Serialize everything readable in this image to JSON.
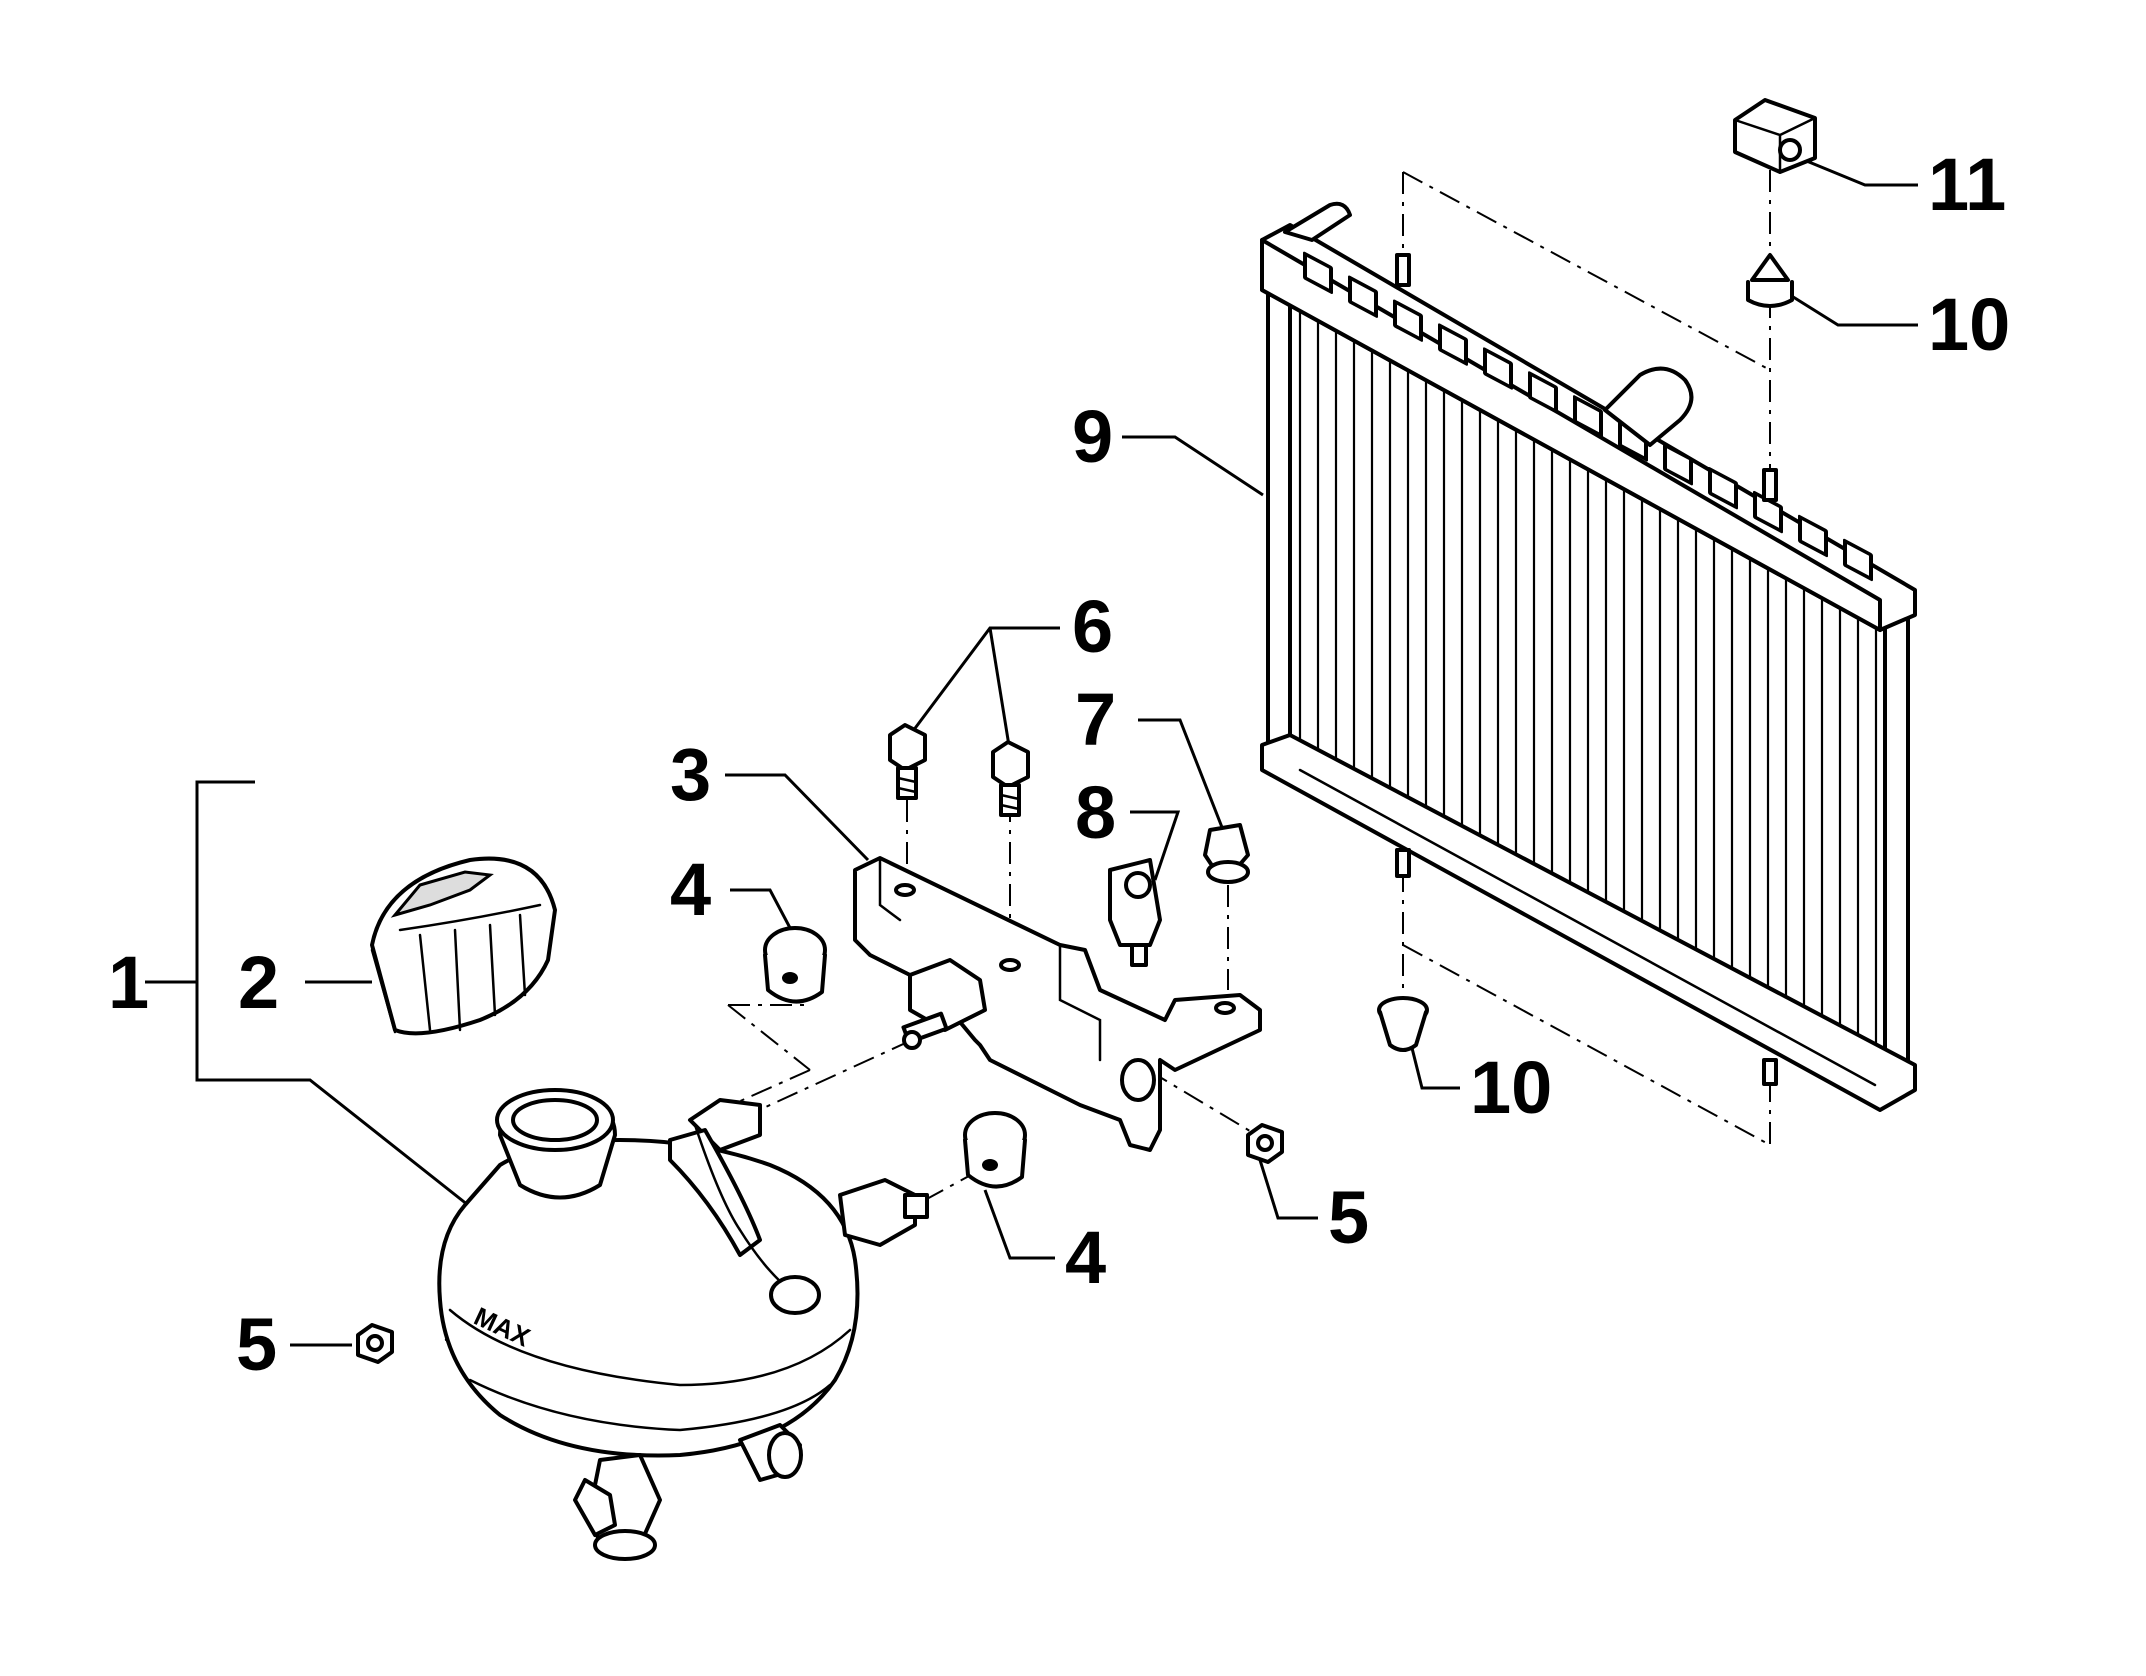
{
  "callouts": {
    "c1": "1",
    "c2": "2",
    "c3": "3",
    "c4a": "4",
    "c4b": "4",
    "c5a": "5",
    "c5b": "5",
    "c6": "6",
    "c7": "7",
    "c8": "8",
    "c9": "9",
    "c10a": "10",
    "c10b": "10",
    "c11": "11"
  },
  "tank_marking": "MAX",
  "colors": {
    "line": "#000000",
    "background": "#ffffff"
  }
}
